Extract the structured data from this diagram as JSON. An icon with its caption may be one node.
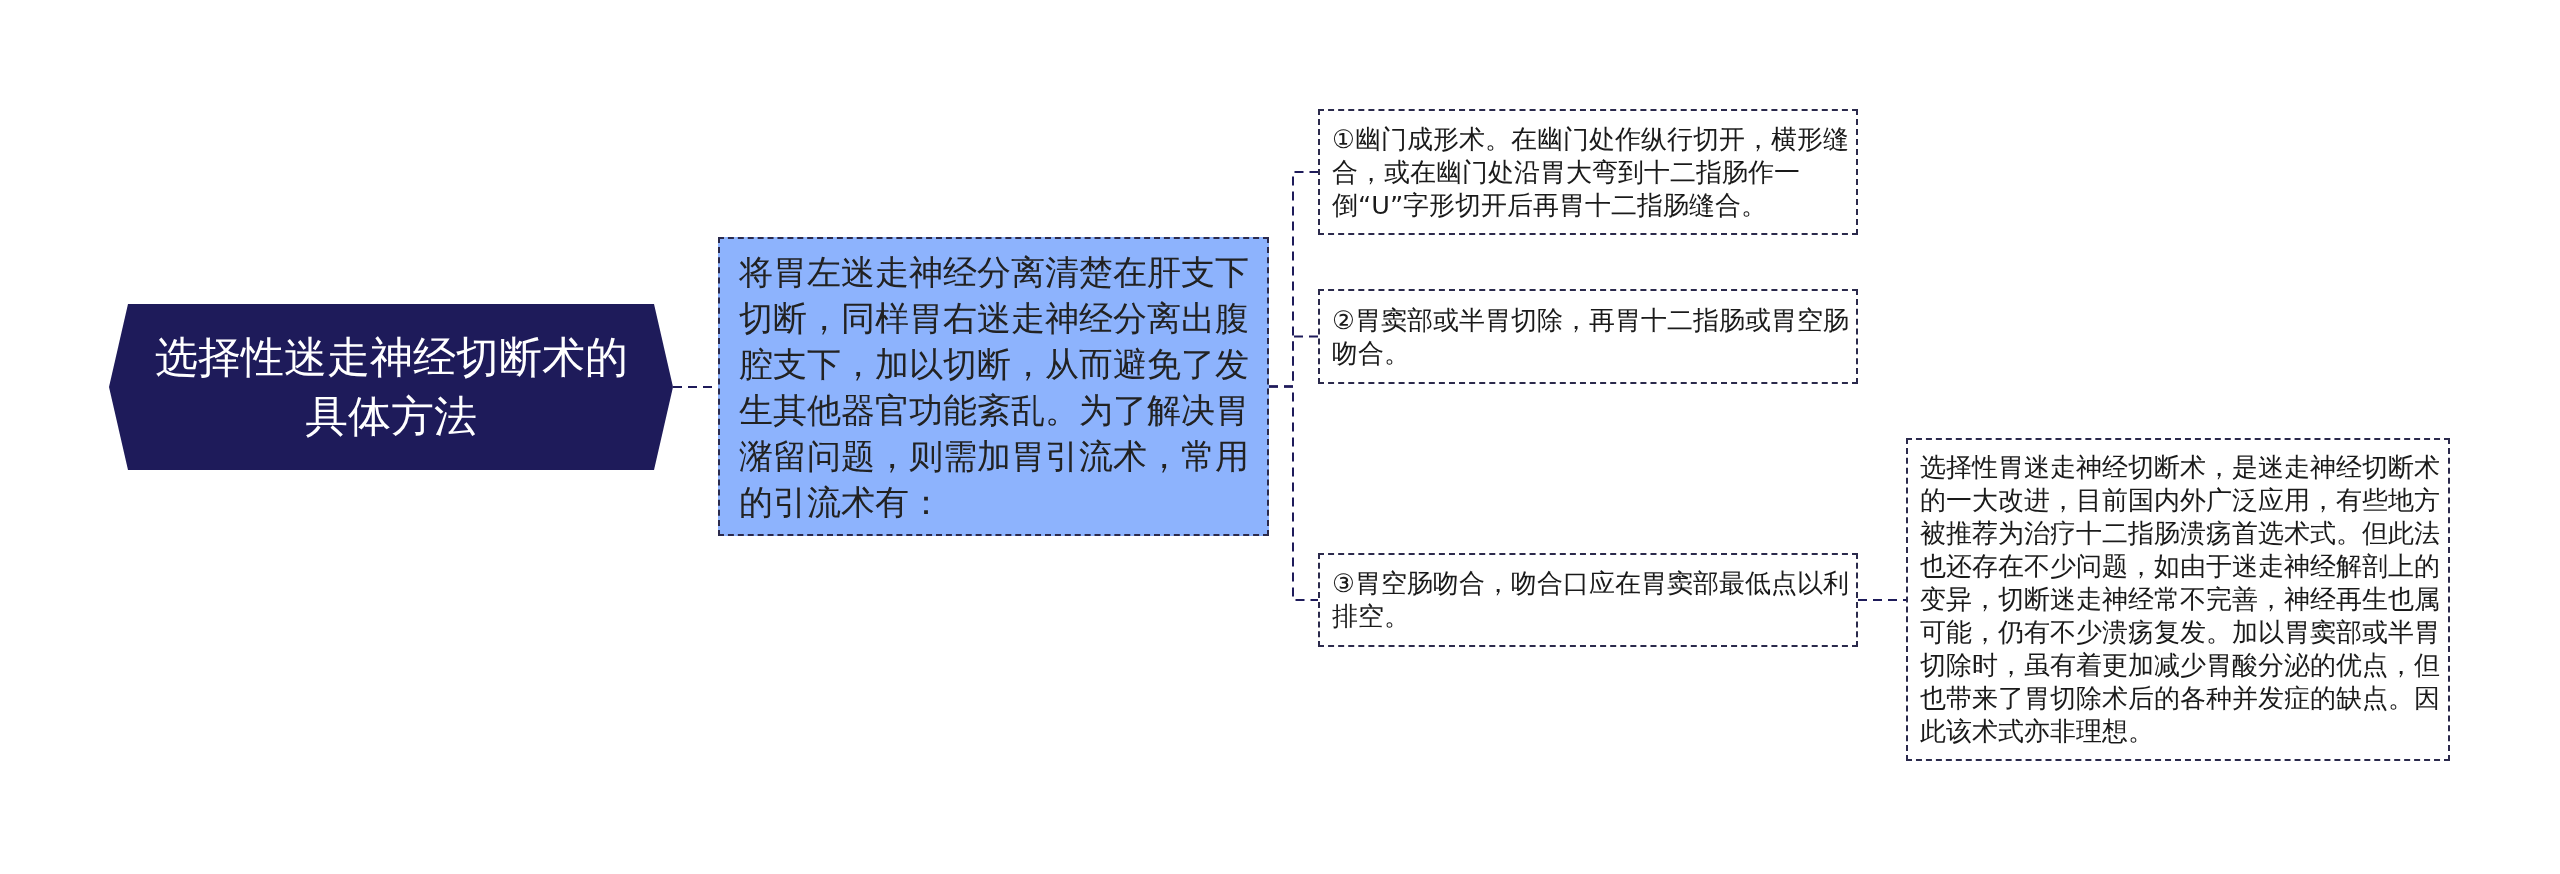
{
  "diagram": {
    "nodes": [
      {
        "text": [
          "选择性迷走神经切断术的具体方法"
        ]
      },
      {
        "text": [
          "将胃左迷走神经分离清楚在肝支下切断，同样胃右迷走神经分离出腹腔支下，加以切断，从而避免了发生其他器官功能紊乱。为了解决胃潴留问题，则需加胃引流术，常用的引流术有："
        ]
      },
      {
        "text": [
          "①幽门成形术。在幽门处作纵行切开，横形缝合，或在幽门处沿胃大弯到十二指肠作一倒“U”字形切开后再胃十二指肠缝合。"
        ]
      },
      {
        "text": [
          "②胃窦部或半胃切除，再胃十二指肠或胃空肠吻合。"
        ]
      },
      {
        "text": [
          "③胃空肠吻合，吻合口应在胃窦部最低点以利排空。"
        ]
      },
      {
        "text": [
          "选择性胃迷走神经切断术，是迷走神经切断术的一大改进，目前国内外广泛应用，有些地方被推荐为治疗十二指肠溃疡首选术式。但此法也还存在不少问题，如由于迷走神经解剖上的变异，切断迷走神经常不完善，神经再生也属可能，仍有不少溃疡复发。加以胃窦部或半胃切除时，虽有着更加减少胃酸分泌的优点，但也带来了胃切除术后的各种并发症的缺点。因此该术式亦非理想。"
        ]
      }
    ],
    "edges": [
      {
        "from": 0,
        "to": 1,
        "arrow": "none",
        "style": "dashed"
      },
      {
        "from": 1,
        "to": 2,
        "arrow": "none",
        "style": "dashed"
      },
      {
        "from": 1,
        "to": 3,
        "arrow": "none",
        "style": "dashed"
      },
      {
        "from": 1,
        "to": 4,
        "arrow": "none",
        "style": "dashed"
      },
      {
        "from": 4,
        "to": 5,
        "arrow": "none",
        "style": "dashed"
      }
    ]
  }
}
